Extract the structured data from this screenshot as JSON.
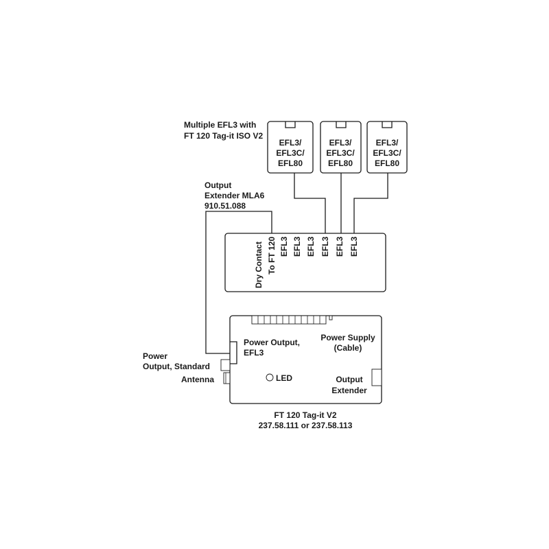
{
  "heading": {
    "line1": "Multiple EFL3 with",
    "line2": "FT 120 Tag-it ISO V2"
  },
  "tags": [
    {
      "line1": "EFL3/",
      "line2": "EFL3C/",
      "line3": "EFL80"
    },
    {
      "line1": "EFL3/",
      "line2": "EFL3C/",
      "line3": "EFL80"
    },
    {
      "line1": "EFL3/",
      "line2": "EFL3C/",
      "line3": "EFL80"
    }
  ],
  "extender": {
    "label_line1": "Output",
    "label_line2": "Extender MLA6",
    "part_no": "910.51.088",
    "terminal_dry_contact": "Dry Contact",
    "terminal_to_ft120": "To FT 120",
    "terminals": [
      "EFL3",
      "EFL3",
      "EFL3",
      "EFL3",
      "EFL3",
      "EFL3"
    ]
  },
  "controller": {
    "power_output_line1": "Power Output,",
    "power_output_line2": "EFL3",
    "power_supply_line1": "Power Supply",
    "power_supply_line2": "(Cable)",
    "output_extender_line1": "Output",
    "output_extender_line2": "Extender",
    "led": "LED",
    "title": "FT 120 Tag-it V2",
    "part_no": "237.58.111 or 237.58.113"
  },
  "side_labels": {
    "power_std_line1": "Power",
    "power_std_line2": "Output, Standard",
    "antenna": "Antenna"
  }
}
